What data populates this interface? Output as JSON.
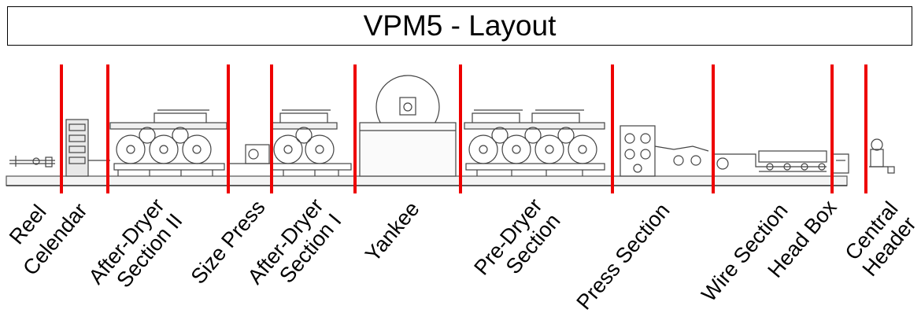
{
  "title": "VPM5 - Layout",
  "divider_color": "#ee0000",
  "sections": [
    {
      "id": "reel",
      "lines": [
        "Reel"
      ]
    },
    {
      "id": "calendar",
      "lines": [
        "Celendar"
      ]
    },
    {
      "id": "after-dryer-2",
      "lines": [
        "After-Dryer",
        "Section II"
      ]
    },
    {
      "id": "size-press",
      "lines": [
        "Size Press"
      ]
    },
    {
      "id": "after-dryer-1",
      "lines": [
        "After-Dryer",
        "Section I"
      ]
    },
    {
      "id": "yankee",
      "lines": [
        "Yankee"
      ]
    },
    {
      "id": "pre-dryer",
      "lines": [
        "Pre-Dryer",
        "Section"
      ]
    },
    {
      "id": "press-section",
      "lines": [
        "Press Section"
      ]
    },
    {
      "id": "wire-section",
      "lines": [
        "Wire Section"
      ]
    },
    {
      "id": "head-box",
      "lines": [
        "Head Box"
      ]
    },
    {
      "id": "central-header",
      "lines": [
        "Central",
        "Header"
      ]
    }
  ]
}
